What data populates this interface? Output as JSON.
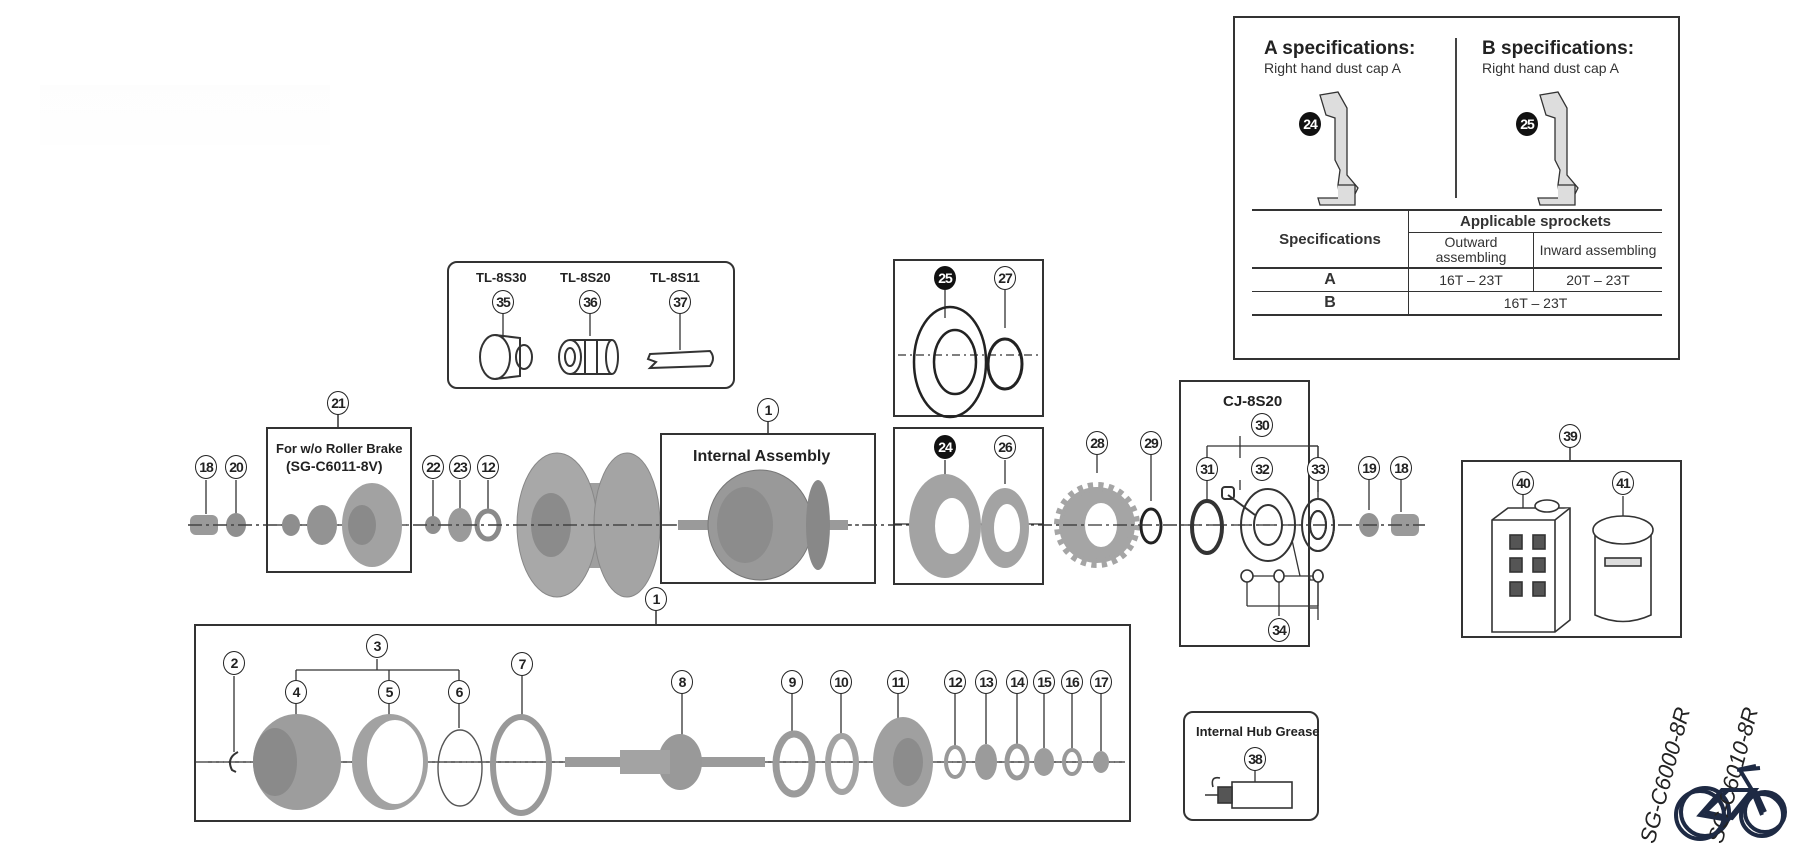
{
  "diagram": {
    "title_models": [
      "SG-C6000-8R",
      "SG-C6010-8R"
    ],
    "spec_panel": {
      "a_title": "A specifications:",
      "a_sub": "Right hand dust cap A",
      "a_part": "24",
      "b_title": "B specifications:",
      "b_sub": "Right hand dust cap A",
      "b_part": "25",
      "table": {
        "col_spec": "Specifications",
        "col_group": "Applicable sprockets",
        "col_outward": "Outward assembling",
        "col_inward": "Inward assembling",
        "rows": [
          {
            "spec": "A",
            "outward": "16T – 23T",
            "inward": "20T – 23T"
          },
          {
            "spec": "B",
            "combined": "16T – 23T"
          }
        ]
      }
    },
    "tools_box": {
      "items": [
        {
          "name": "TL-8S30",
          "part": "35"
        },
        {
          "name": "TL-8S20",
          "part": "36"
        },
        {
          "name": "TL-8S11",
          "part": "37"
        }
      ]
    },
    "roller_brake_box": {
      "part": "21",
      "line1": "For w/o Roller Brake",
      "line2": "(SG-C6011-8V)"
    },
    "internal_assembly_box": {
      "part": "1",
      "label": "Internal Assembly"
    },
    "dust_cap_b_box": {
      "parts": [
        "25",
        "27"
      ]
    },
    "dust_cap_a_box": {
      "parts": [
        "24",
        "26"
      ]
    },
    "cj_box": {
      "label": "CJ-8S20",
      "group": "30",
      "parts": [
        "31",
        "32",
        "33"
      ],
      "small_parts": "34"
    },
    "grease_kit_box": {
      "group": "39",
      "parts": [
        "40",
        "41"
      ]
    },
    "grease_box": {
      "label": "Internal Hub Grease",
      "part": "38"
    },
    "axle_line_parts": [
      "18",
      "20",
      "22",
      "23",
      "12",
      "28",
      "29",
      "19",
      "18"
    ],
    "lower_box": {
      "part": "1",
      "group3": "3",
      "group3_parts": [
        "4",
        "5",
        "6"
      ],
      "parts": [
        "2",
        "7",
        "8",
        "9",
        "10",
        "11",
        "12",
        "13",
        "14",
        "15",
        "16",
        "17"
      ]
    }
  }
}
